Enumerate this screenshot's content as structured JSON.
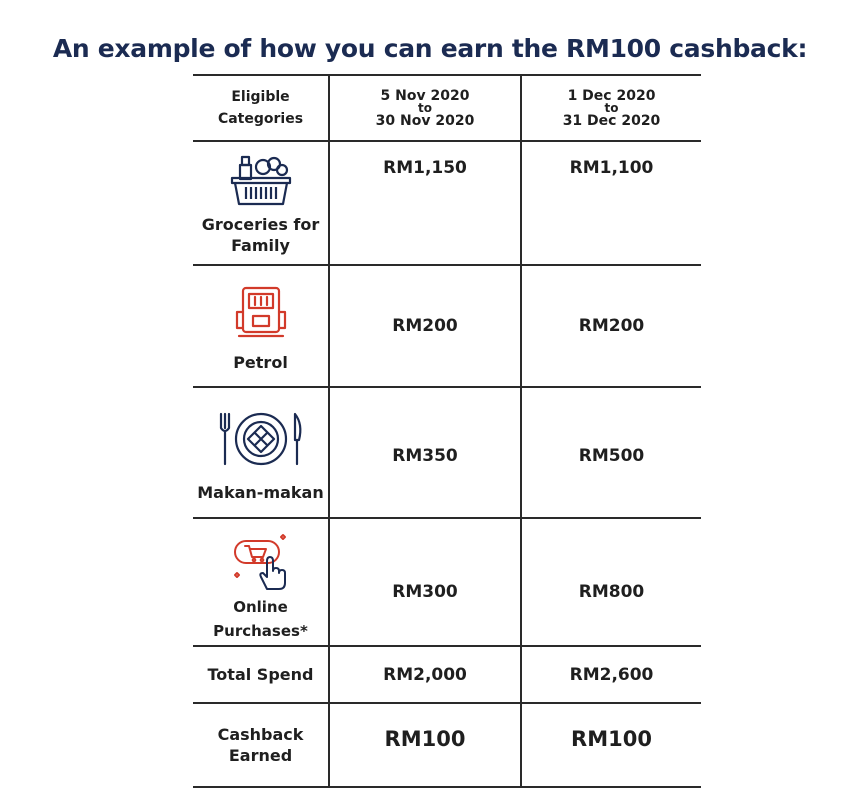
{
  "title": "An example of how you can earn the RM100 cashback:",
  "header": {
    "col0": [
      "Eligible",
      "Categories"
    ],
    "col1": {
      "start": "5 Nov 2020",
      "to": "to",
      "end": "30 Nov 2020"
    },
    "col2": {
      "start": "1 Dec 2020",
      "to": "to",
      "end": "31 Dec 2020"
    }
  },
  "rows": [
    {
      "label": [
        "Groceries for",
        "Family"
      ],
      "icon": "grocery-basket-icon",
      "nov": "RM1,150",
      "dec": "RM1,100"
    },
    {
      "label": [
        "Petrol"
      ],
      "icon": "fuel-pump-icon",
      "nov": "RM200",
      "dec": "RM200"
    },
    {
      "label": [
        "Makan-makan"
      ],
      "icon": "plate-cutlery-icon",
      "nov": "RM350",
      "dec": "RM500"
    },
    {
      "label": [
        "Online",
        "Purchases*"
      ],
      "icon": "online-cart-tap-icon",
      "nov": "RM300",
      "dec": "RM800"
    }
  ],
  "total": {
    "label": "Total Spend",
    "nov": "RM2,000",
    "dec": "RM2,600"
  },
  "cashback": {
    "label": [
      "Cashback",
      "Earned"
    ],
    "nov": "RM100",
    "dec": "RM100"
  },
  "colors": {
    "title": "#1b2b52",
    "navy": "#1b2b52",
    "red": "#d23a2a",
    "line": "#2a2a2a"
  }
}
